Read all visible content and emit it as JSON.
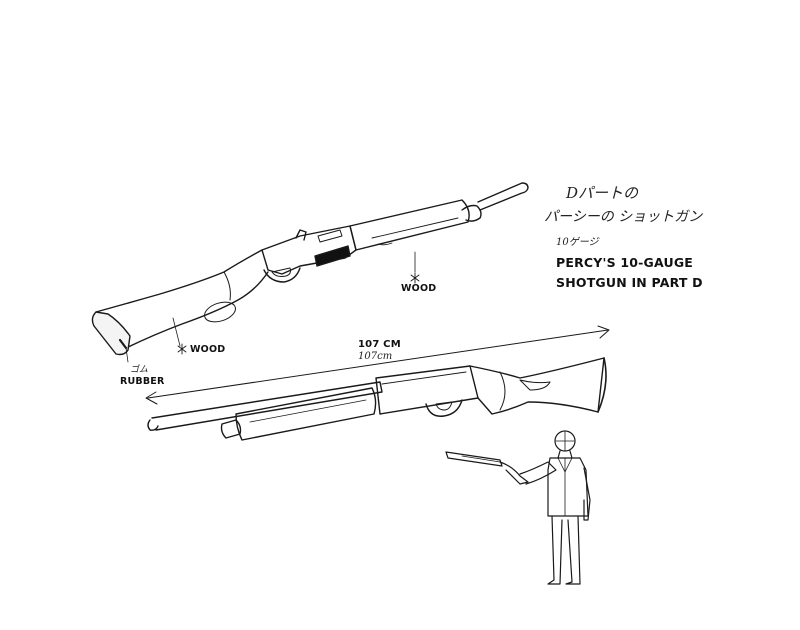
{
  "jp_title": {
    "line1": "Dパートの",
    "line2": "パーシーの ショットガン",
    "line3": "10ゲージ"
  },
  "caption": {
    "line1": "PERCY'S 10-GAUGE",
    "line2": "SHOTGUN IN PART D"
  },
  "callouts": {
    "wood_forend": "WOOD",
    "wood_stock": "WOOD",
    "rubber_jp": "ゴム",
    "rubber": "RUBBER",
    "length_label": "107 CM",
    "length_handwritten": "107cm"
  }
}
